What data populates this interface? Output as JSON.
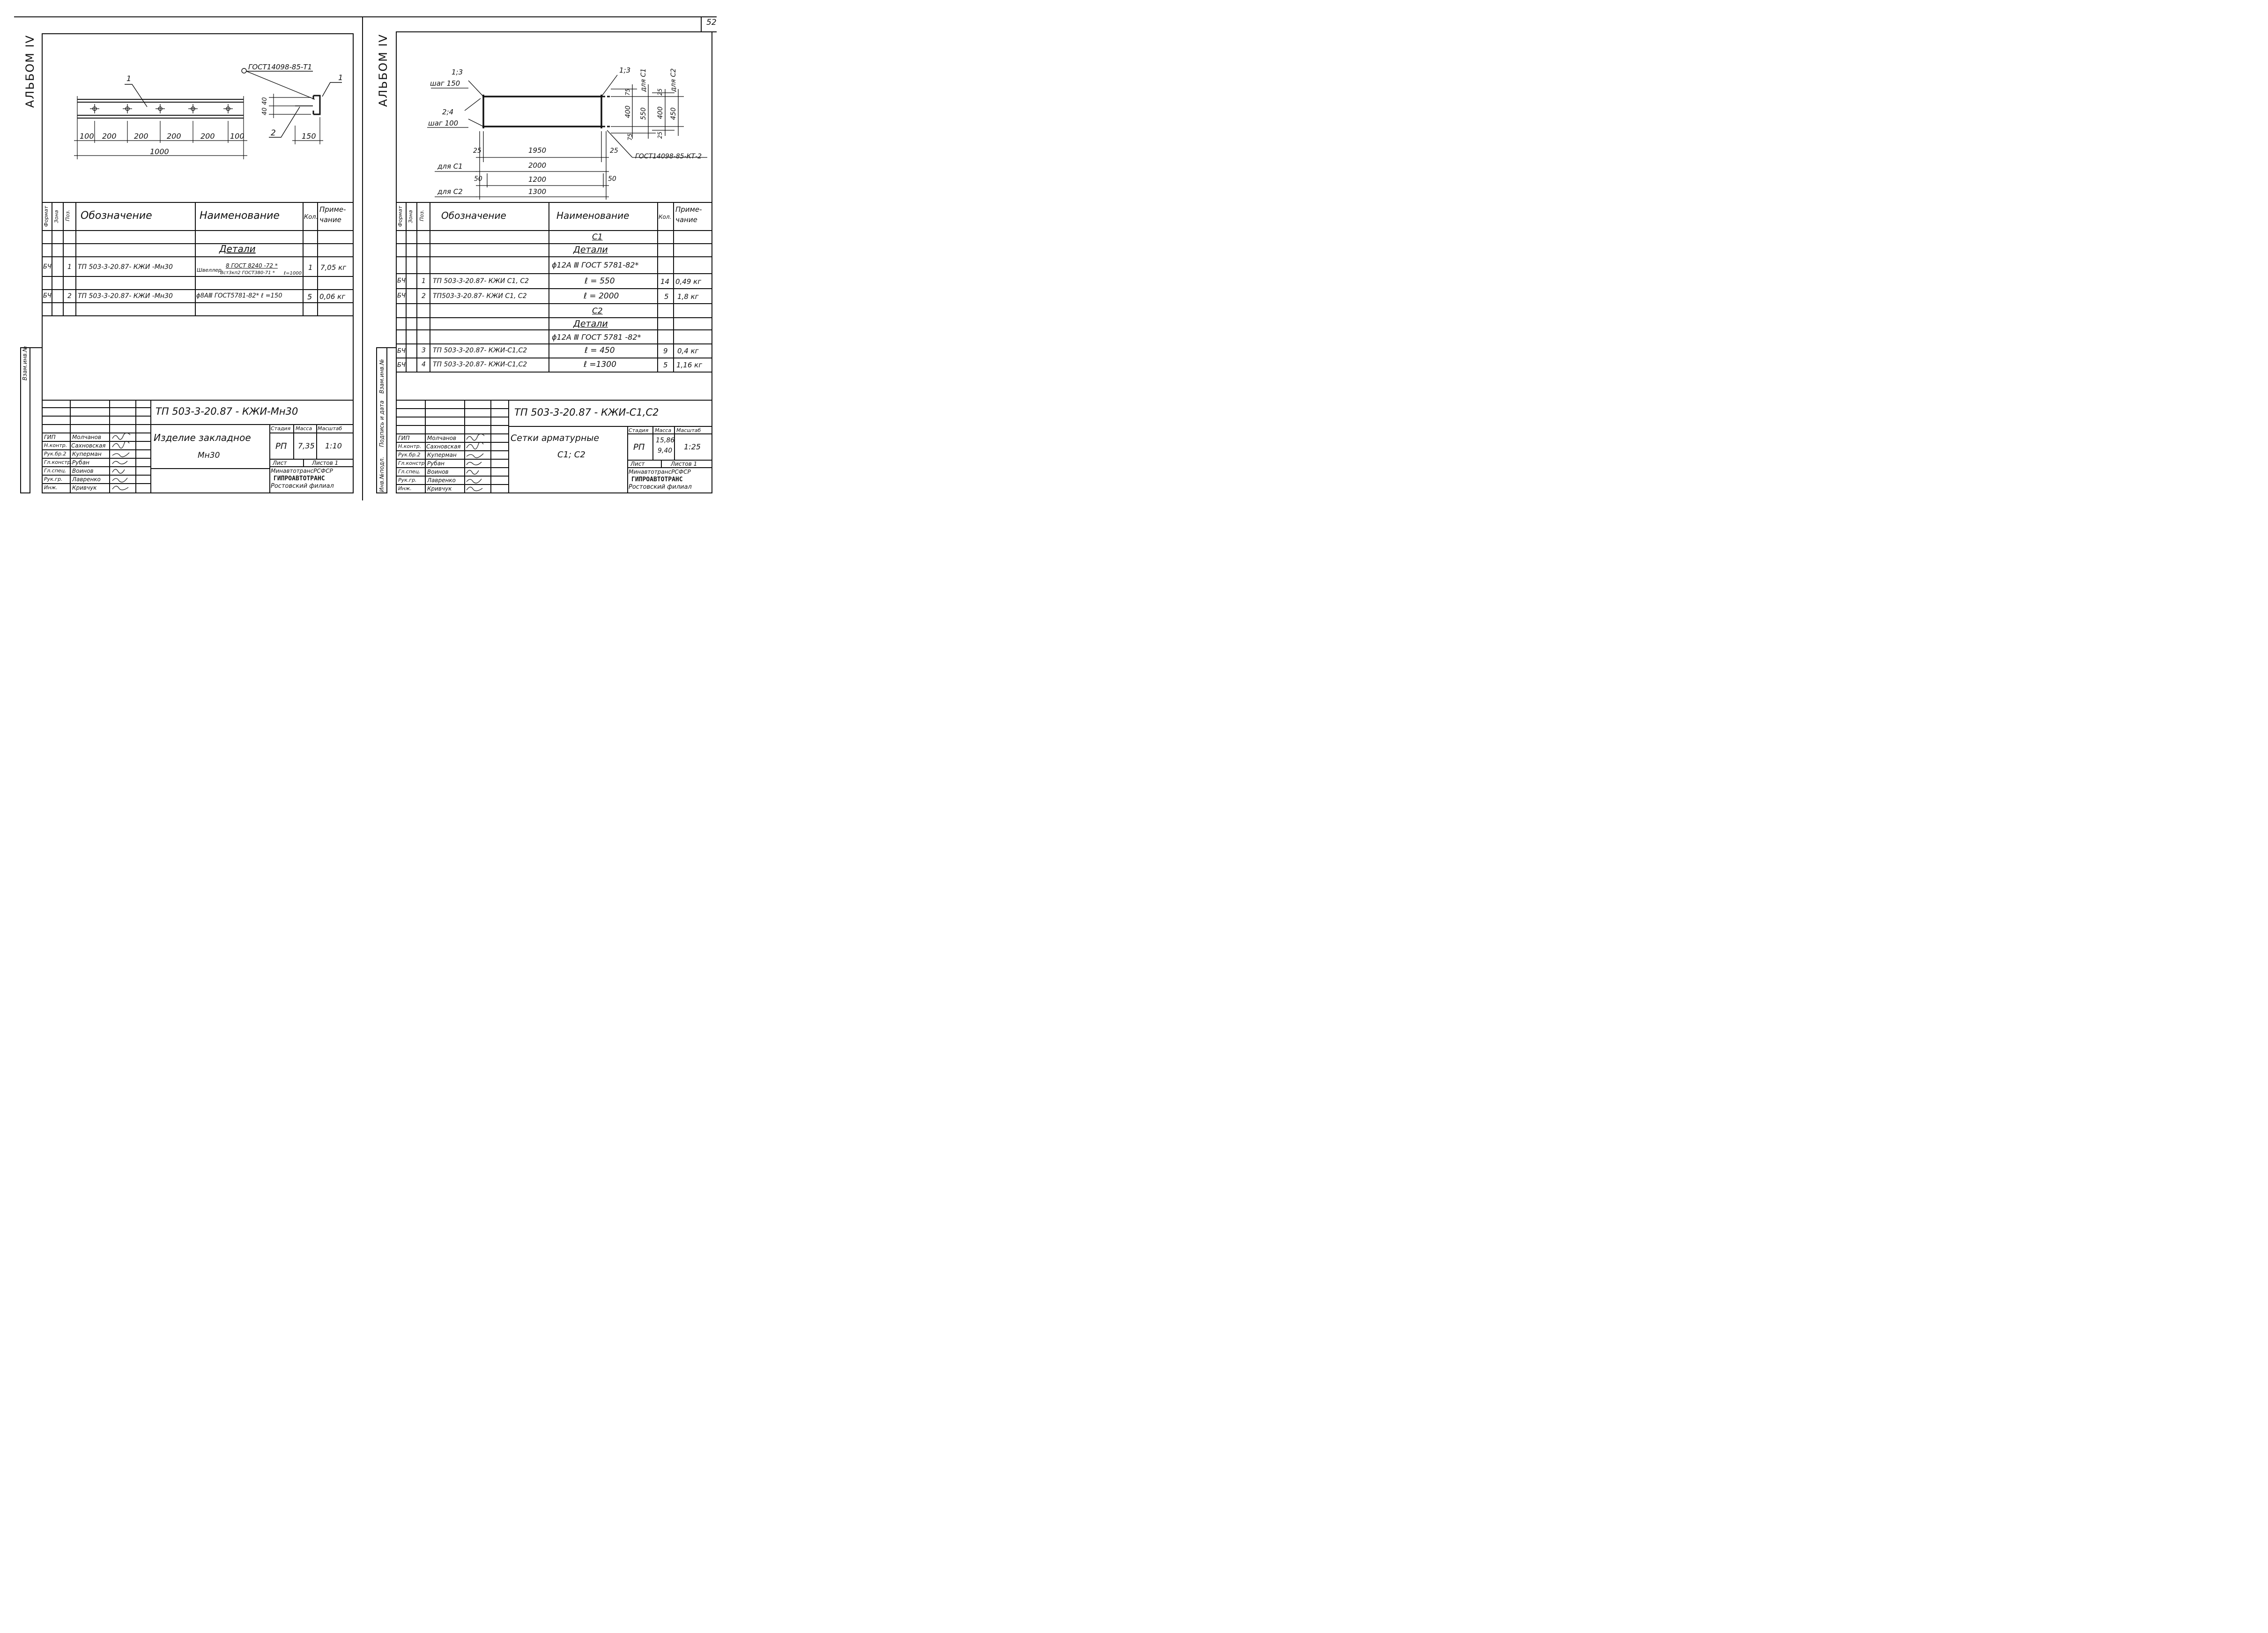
{
  "page_number": "52",
  "left": {
    "album": "АЛЬБОМ IV",
    "gost_label": "ГОСТ14098-85-Т1",
    "pos_callout_1a": "1",
    "pos_callout_1b": "1",
    "pos_callout_2": "2",
    "dims": [
      "100",
      "200",
      "200",
      "200",
      "200",
      "100"
    ],
    "dim_total": "1000",
    "dim_40a": "40",
    "dim_40b": "40",
    "dim_150": "150",
    "spec_headers": {
      "format": "Формат",
      "zone": "Зона",
      "pos": "Поз.",
      "designation": "Обозначение",
      "name": "Наименование",
      "qty": "Кол.",
      "note": "Приме-чание"
    },
    "section_title": "Детали",
    "rows": [
      {
        "format": "БЧ",
        "pos": "1",
        "designation": "ТП 503-3-20.87- КЖИ -Мн30",
        "name_prefix": "Швеллер",
        "name_top": "8 ГОСТ 8240 -72 *",
        "name_bottom": "Вст3кп2 ГОСТ380-71 *",
        "name_suffix": "ℓ=1000",
        "qty": "1",
        "note": "7,05 кг"
      },
      {
        "format": "БЧ",
        "pos": "2",
        "designation": "ТП 503-3-20.87- КЖИ -Мн30",
        "name": "ϕ8АⅢ ГОСТ5781-82* ℓ =150",
        "qty": "5",
        "note": "0,06 кг"
      }
    ],
    "stamp_code": "ТП 503-3-20.87 - КЖИ-Мн30",
    "stamp_title_1": "Изделие закладное",
    "stamp_title_2": "Мн30",
    "stamp_col_headers": [
      "Стадия",
      "Масса",
      "Масштаб"
    ],
    "stamp_stage": "РП",
    "stamp_mass": "7,35",
    "stamp_scale": "1:10",
    "stamp_sheet": "Лист",
    "stamp_sheets": "Листов 1",
    "org_1": "МинавтотрансРСФСР",
    "org_2": "ГИПРОАВТОТРАНС",
    "org_3": "Ростовский филиал",
    "roles": [
      "ГИП",
      "Н.контр.",
      "Рук.бр.2",
      "Гл.констр.",
      "Гл.спец.",
      "Рук.гр.",
      "Инж."
    ],
    "names": [
      "Молчанов",
      "Сахновская",
      "Куперман",
      "Рубан",
      "Воинов",
      "Лавренко",
      "Кривчук"
    ],
    "side_label": "Взам.инв.№"
  },
  "right": {
    "album": "АЛЬБОМ IV",
    "lbl_13": "1;3",
    "lbl_step150": "шаг 150",
    "lbl_24": "2;4",
    "lbl_step100": "шаг 100",
    "lbl_13b": "1;3",
    "dim_75a": "75",
    "dim_400a": "400",
    "dim_550": "550",
    "dim_for_c1": "для С1",
    "dim_25a": "25",
    "dim_400b": "400",
    "dim_450": "450",
    "dim_for_c2": "для С2",
    "dim_75b": "75",
    "dim_25b": "25",
    "dim_25c": "25",
    "dim_1950": "1950",
    "dim_25d": "25",
    "gost_label": "ГОСТ14098-85-КТ-2",
    "for_c1": "для С1",
    "dim_2000": "2000",
    "dim_50a": "50",
    "dim_1200": "1200",
    "dim_50b": "50",
    "for_c2": "для С2",
    "dim_1300": "1300",
    "spec_headers": {
      "format": "Формат",
      "zone": "Зона",
      "pos": "Поз.",
      "designation": "Обозначение",
      "name": "Наименование",
      "qty": "Кол.",
      "note": "Приме-чание"
    },
    "c1": "С1",
    "details_1": "Детали",
    "steel_1": "ϕ12А Ⅲ ГОСТ 5781-82*",
    "rows_c1": [
      {
        "format": "БЧ",
        "pos": "1",
        "designation": "ТП 503-3-20.87- КЖИ С1, С2",
        "name": "ℓ = 550",
        "qty": "14",
        "note": "0,49 кг"
      },
      {
        "format": "БЧ",
        "pos": "2",
        "designation": "ТП503-3-20.87- КЖИ С1, С2",
        "name": "ℓ = 2000",
        "qty": "5",
        "note": "1,8 кг"
      }
    ],
    "c2": "С2",
    "details_2": "Детали",
    "steel_2": "ϕ12А Ⅲ ГОСТ 5781 -82*",
    "rows_c2": [
      {
        "format": "БЧ",
        "pos": "3",
        "designation": "ТП 503-3-20.87- КЖИ-С1,С2",
        "name": "ℓ = 450",
        "qty": "9",
        "note": "0,4 кг"
      },
      {
        "format": "БЧ",
        "pos": "4",
        "designation": "ТП 503-3-20.87- КЖИ-С1,С2",
        "name": "ℓ =1300",
        "qty": "5",
        "note": "1,16 кг"
      }
    ],
    "stamp_code": "ТП 503-3-20.87 - КЖИ-С1,С2",
    "stamp_title_1": "Сетки арматурные",
    "stamp_title_2": "С1; С2",
    "stamp_col_headers": [
      "Стадия",
      "Масса",
      "Масштаб"
    ],
    "stamp_stage": "РП",
    "stamp_mass_1": "15,86",
    "stamp_mass_2": "9,40",
    "stamp_scale": "1:25",
    "stamp_sheet": "Лист",
    "stamp_sheets": "Листов 1",
    "org_1": "МинавтотрансРСФСР",
    "org_2": "ГИПРОАВТОТРАНС",
    "org_3": "Ростовский филиал",
    "roles": [
      "ГИП",
      "Н.контр.",
      "Рук.бр.2",
      "Гл.констр.",
      "Гл.спец.",
      "Рук.гр.",
      "Инж."
    ],
    "names": [
      "Молчанов",
      "Сахновская",
      "Куперман",
      "Рубан",
      "Воинов",
      "Лавренко",
      "Кривчук"
    ],
    "side_labels": [
      "Инв.№подл.",
      "Подпись и дата",
      "Взам.инв.№"
    ]
  }
}
